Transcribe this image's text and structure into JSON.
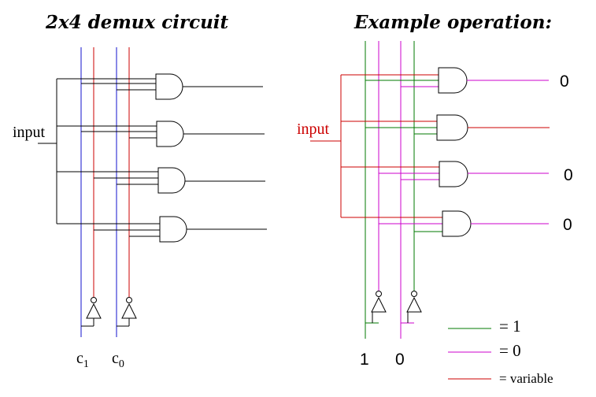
{
  "left_title": "2x4 demux circuit",
  "right_title": "Example operation:",
  "left_input_label": "input",
  "right_input_label": "input",
  "control_c1_base": "c",
  "control_c1_sub": "1",
  "control_c0_base": "c",
  "control_c0_sub": "0",
  "example_c1_value": "1",
  "example_c0_value": "0",
  "example_outputs": [
    "0",
    "",
    "0",
    "0"
  ],
  "legend": [
    {
      "text": "= 1",
      "color": "#007a00"
    },
    {
      "text": "= 0",
      "color": "#cc00cc"
    },
    {
      "text": "= variable",
      "color": "#cc0000"
    }
  ],
  "colors": {
    "blue": "#1010cc",
    "red": "#cc0000",
    "green": "#007a00",
    "magenta": "#cc00cc",
    "black": "#000000"
  }
}
